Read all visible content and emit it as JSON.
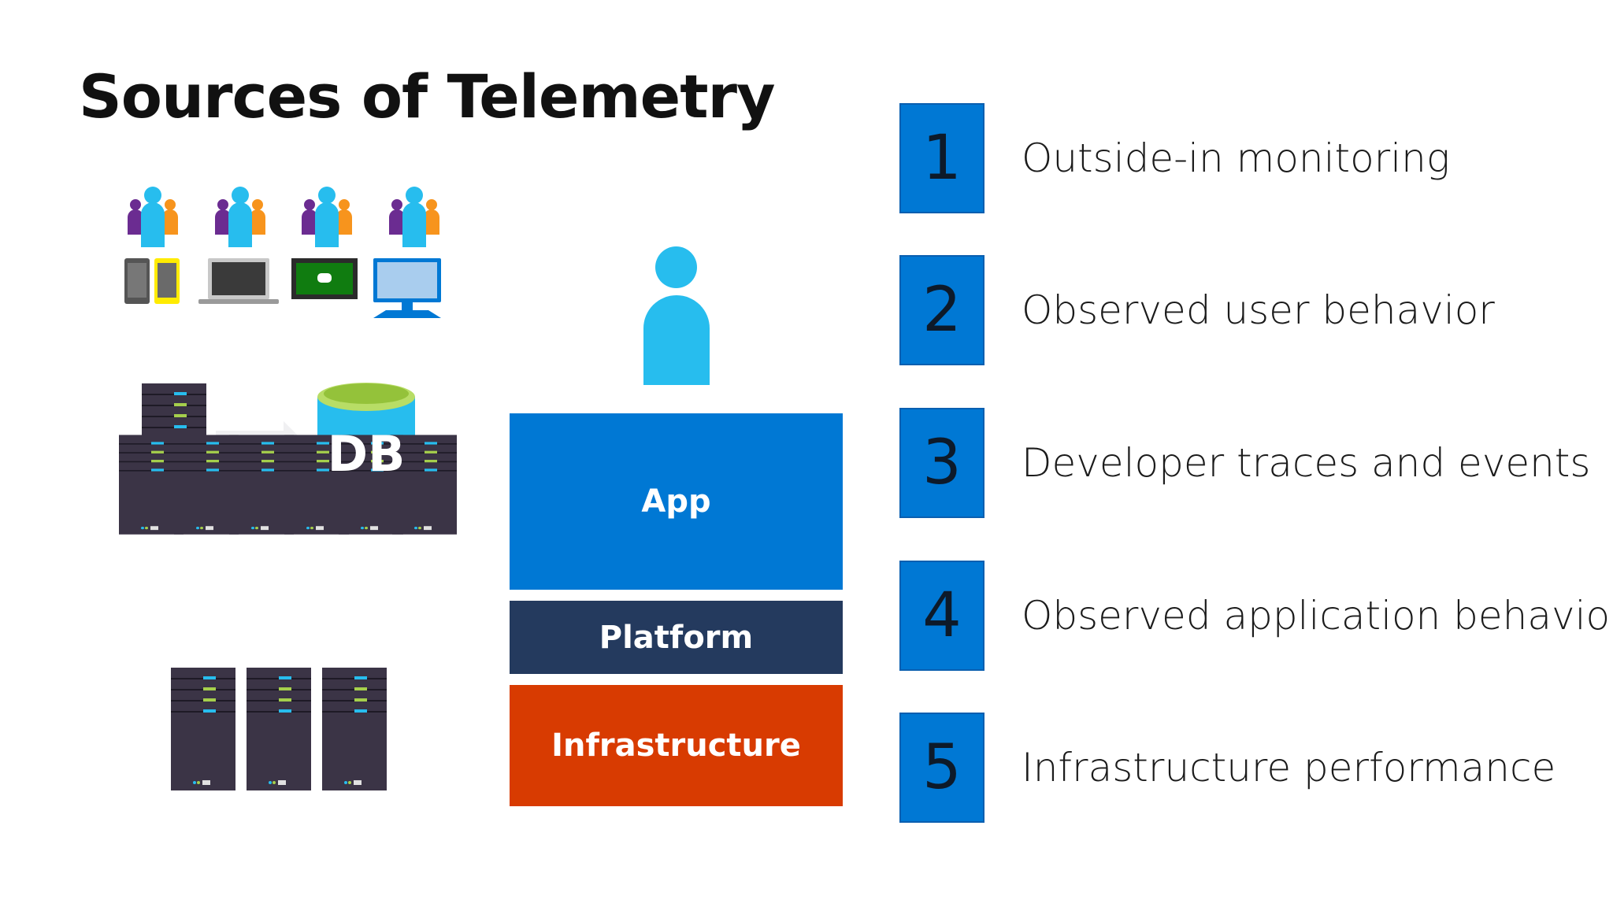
{
  "title": "Sources of Telemetry",
  "colors": {
    "person": "#27bdee",
    "app": "#0078d4",
    "platform": "#243a5e",
    "infrastructure": "#d83b01",
    "number_box": "#0078d4",
    "server": "#3b3446",
    "db_body": "#27bdee",
    "db_top": "#a5cf4c"
  },
  "icons": {
    "users": "people-group-icon",
    "devices": [
      "phones-icon",
      "laptop-icon",
      "game-console-icon",
      "desktop-monitor-icon"
    ],
    "server": "server-tower-icon",
    "database": "database-icon",
    "user": "person-icon"
  },
  "db_label": "DB",
  "stack": {
    "app": "App",
    "platform": "Platform",
    "infrastructure": "Infrastructure"
  },
  "sources": [
    {
      "number": "1",
      "label": "Outside-in monitoring"
    },
    {
      "number": "2",
      "label": "Observed user behavior"
    },
    {
      "number": "3",
      "label": "Developer traces and events"
    },
    {
      "number": "4",
      "label": "Observed application behavior"
    },
    {
      "number": "5",
      "label": "Infrastructure performance"
    }
  ]
}
